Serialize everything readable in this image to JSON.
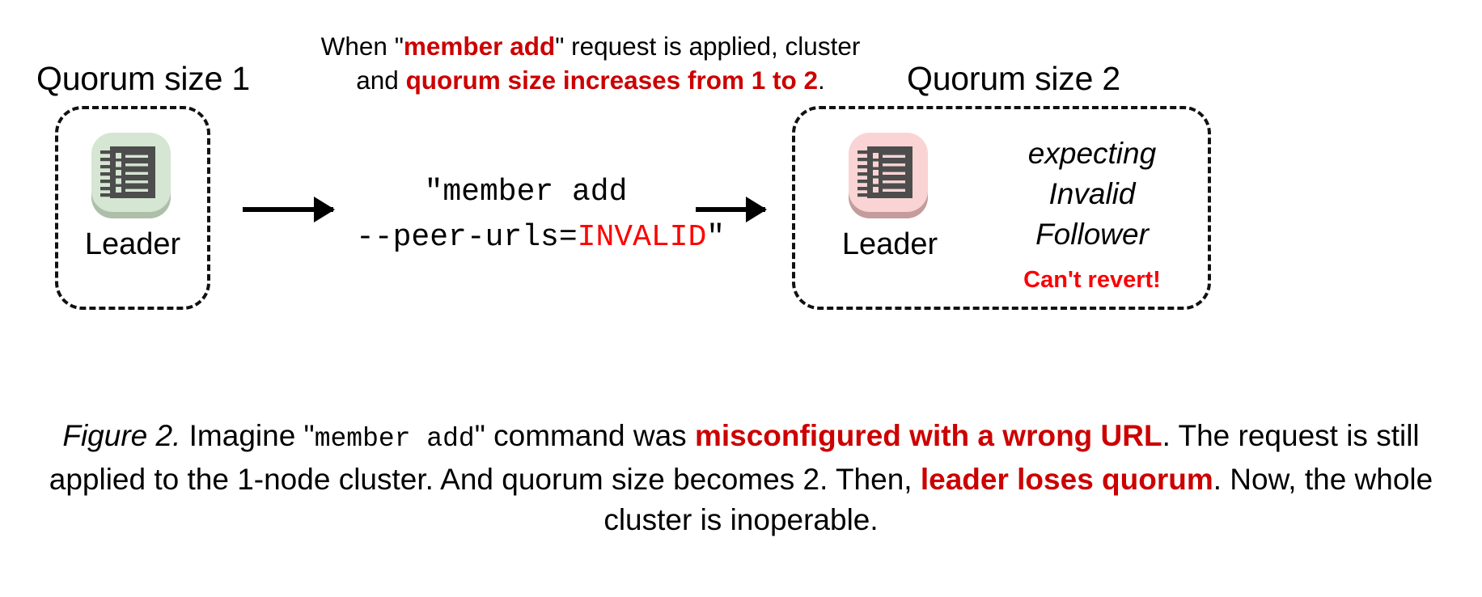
{
  "figure": {
    "left_box": {
      "title": "Quorum size 1",
      "node_label": "Leader",
      "icon": "ledger-notebook-icon",
      "icon_tile_color": "#d5e6d3",
      "icon_tile_shadow_color": "#aebfa9",
      "icon_body_color": "#4d4d4d"
    },
    "right_box": {
      "title": "Quorum size 2",
      "node_label": "Leader",
      "icon": "ledger-notebook-icon",
      "icon_tile_color": "#fad4d4",
      "icon_tile_shadow_color": "#c49c9c",
      "icon_body_color": "#4d4d4d",
      "expect_lines": [
        "expecting",
        "Invalid",
        "Follower"
      ],
      "revert_note": "Can't revert!"
    },
    "top_note": {
      "part1": "When \"",
      "hl1": "member add",
      "part2": "\" request is applied, cluster and ",
      "hl2": "quorum size increases from 1 to 2",
      "part3": "."
    },
    "command": {
      "line1": "\"member add",
      "line2_prefix": "--peer-urls=",
      "line2_invalid": "INVALID",
      "line2_suffix": "\""
    },
    "caption": {
      "fig_num": "Figure 2.",
      "seg1": " Imagine \"",
      "mono1": "member add",
      "seg2": "\" command was ",
      "hl1": "misconfigured with a wrong URL",
      "seg3": ". The request is still applied to the 1-node cluster. And quorum size becomes 2. Then, ",
      "hl2": "leader loses quorum",
      "seg4": ". Now, the whole cluster is inoperable."
    },
    "colors": {
      "highlight_red": "#cc0000",
      "alert_red": "#fb0006",
      "invalid_red": "#ff0000",
      "text_black": "#000000",
      "dashed_border": "#111111"
    },
    "arrows": [
      "arrow-right-1",
      "arrow-right-2"
    ]
  }
}
